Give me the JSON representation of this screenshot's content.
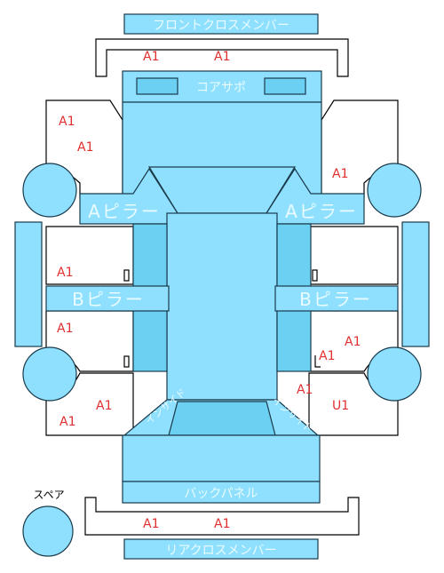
{
  "labels": {
    "front_cross_member": "フロントクロスメンバー",
    "core_support": "コアサポ",
    "a_pillar_left": "Aピラー",
    "a_pillar_right": "Aピラー",
    "b_pillar_left": "Bピラー",
    "b_pillar_right": "Bピラー",
    "back_panel": "バックパネル",
    "rear_cross_member": "リアクロスメンバー",
    "spare": "スペア",
    "inside_left": "インサイド",
    "inside_right": "インサイド"
  },
  "codes": {
    "front_member_1": "A1",
    "front_member_2": "A1",
    "front_left_1": "A1",
    "front_left_2": "A1",
    "front_right": "A1",
    "left_mid": "A1",
    "left_lower": "A1",
    "left_rear": "A1",
    "left_rear_2": "A1",
    "right_lower_1": "A1",
    "right_lower_2": "A1",
    "right_rear_1": "A1",
    "right_rear_2": "U1",
    "rear_member_1": "A1",
    "rear_member_2": "A1"
  },
  "colors": {
    "part_fill": "#8fe0ff",
    "part_dark": "#6cd0f2",
    "code_red": "#e03030"
  }
}
